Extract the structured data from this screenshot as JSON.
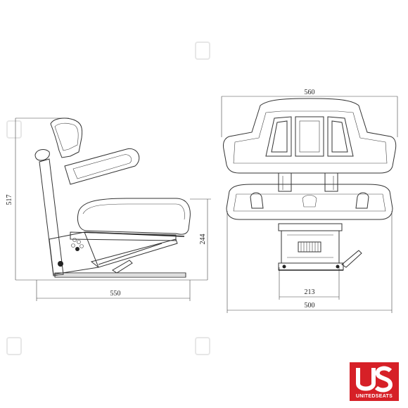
{
  "dimensions": {
    "side_height": "517",
    "side_depth": "550",
    "side_seat_height": "244",
    "front_top_width": "560",
    "front_bottom_width": "500",
    "front_slide_width": "213"
  },
  "logo": {
    "text": "UNITEDSEATS",
    "brand_color": "#d62027"
  },
  "icons": {
    "watermark": "e-logo-watermark"
  }
}
